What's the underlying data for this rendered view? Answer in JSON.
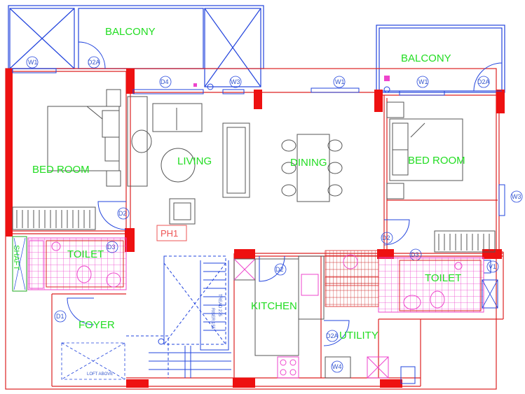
{
  "rooms": {
    "balcony_left": "BALCONY",
    "balcony_right": "BALCONY",
    "bedroom_left": "BED ROOM",
    "bedroom_right": "BED ROOM",
    "living": "LIVING",
    "dining": "DINING",
    "kitchen": "KITCHEN",
    "foyer": "FOYER",
    "utility": "UTILITY",
    "toilet_left": "TOILET",
    "toilet_right": "TOILET",
    "shaft": "SHAFT"
  },
  "tags": {
    "w1_a": "W1",
    "w1_b": "W1",
    "w1_c": "W1",
    "w3_a": "W3",
    "w3_b": "W3",
    "w4": "W4",
    "d2a_a": "D2A",
    "d2a_b": "D2A",
    "d2a_c": "D2A",
    "d4": "D4",
    "d2_a": "D2",
    "d2_b": "D2",
    "d2_c": "D2",
    "d3_a": "D3",
    "d3_b": "D3",
    "d1": "D1",
    "v1_a": "V1",
    "v1_b": "V1"
  },
  "notes": {
    "ph1": "PH1",
    "loft": "LOFT ABOVE",
    "riser": "RISER 155",
    "tread": "TREAD 275"
  },
  "colors": {
    "wall_fill": "#ee1111",
    "wall_line": "#dd2222",
    "window": "#2244dd",
    "furniture": "#555555",
    "label": "#22dd22",
    "tile": "#ee44cc"
  }
}
